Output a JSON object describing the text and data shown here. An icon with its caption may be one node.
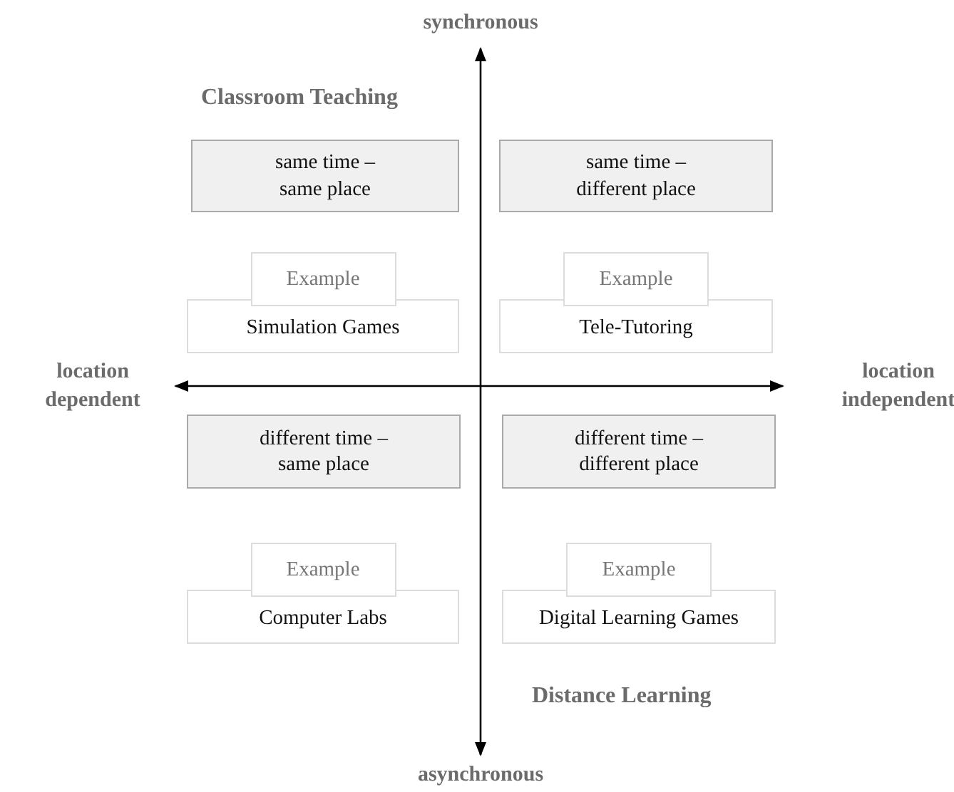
{
  "diagram": {
    "nodes": [
      {
        "text": [
          "same time – same place"
        ]
      },
      {
        "text": [
          "same time – different place"
        ]
      },
      {
        "text": [
          "Example",
          "Simulation Games"
        ]
      },
      {
        "text": [
          "Example",
          "Tele-Tutoring"
        ]
      },
      {
        "text": [
          "different time – same place"
        ]
      },
      {
        "text": [
          "different time – different place"
        ]
      },
      {
        "text": [
          "Example",
          "Computer Labs"
        ]
      },
      {
        "text": [
          "Example",
          "Digital Learning Games"
        ]
      }
    ],
    "edges": [],
    "labels": [
      "synchronous",
      "Classroom Teaching",
      "location dependent",
      "location independent",
      "Distance Learning",
      "asynchronous"
    ]
  }
}
